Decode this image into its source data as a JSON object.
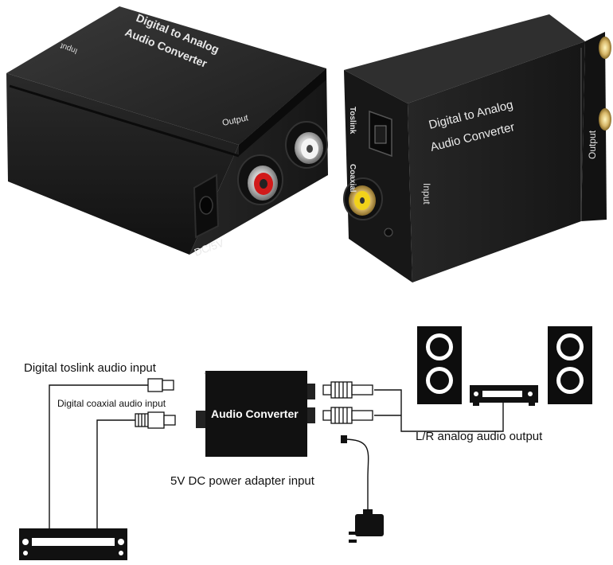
{
  "product_photo": {
    "front_unit": {
      "top_text_line1": "Digital  to Analog",
      "top_text_line2": "Audio Converter",
      "input_label": "Input",
      "output_label": "Output",
      "power_label": "DC/5V"
    },
    "back_unit": {
      "top_text_line1": "Digital  to Analog",
      "top_text_line2": "Audio Converter",
      "toslink_label": "Toslink",
      "coaxial_label": "Coaxial",
      "input_label": "Input",
      "output_label": "Output"
    }
  },
  "diagram": {
    "toslink_input_label": "Digital  toslink audio input",
    "coaxial_input_label": "Digital  coaxial audio input",
    "converter_label": "Audio Converter",
    "analog_output_label": "L/R analog audio output",
    "power_input_label": "5V DC power adapter input"
  }
}
